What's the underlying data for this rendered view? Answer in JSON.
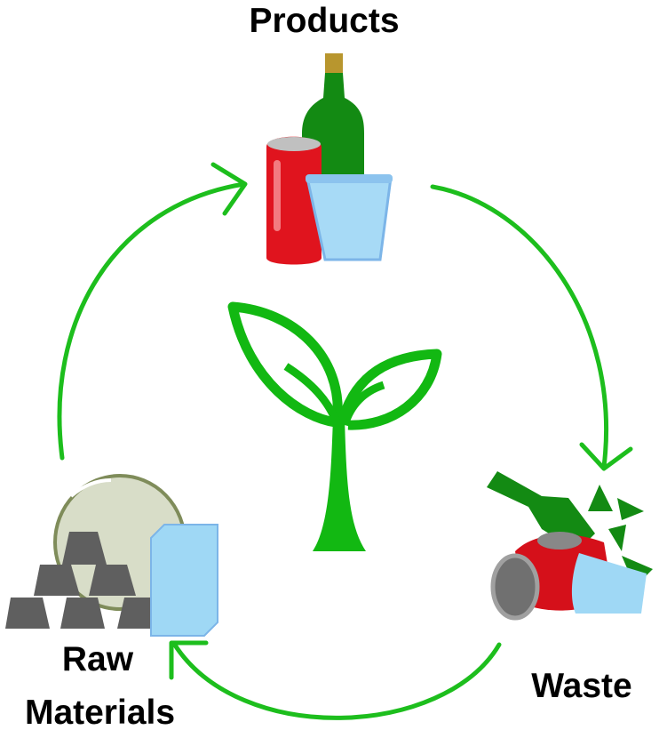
{
  "labels": {
    "products": "Products",
    "waste": "Waste",
    "raw_line1": "Raw",
    "raw_line2": "Materials"
  },
  "colors": {
    "arrow": "#1dbe1d",
    "plant": "#12b812",
    "bottle": "#138a13",
    "can": "#e0141e",
    "plastic": "#9fd8f5",
    "metal": "#5f5f5f"
  },
  "icons": [
    "products-icon",
    "waste-icon",
    "raw-materials-icon",
    "plant-sprout-icon"
  ]
}
